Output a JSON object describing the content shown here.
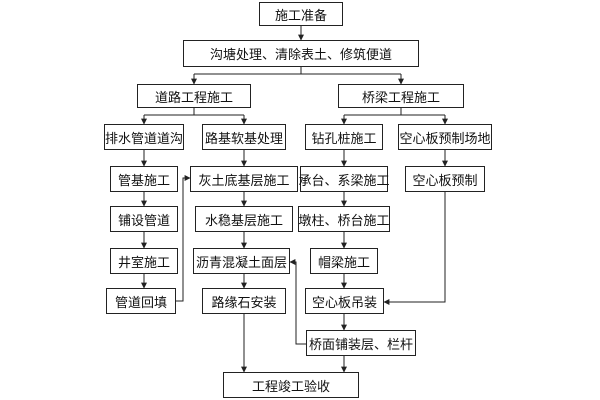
{
  "nodes": {
    "prep": "施工准备",
    "ditch": "沟塘处理、清除表土、修筑便道",
    "road": "道路工程施工",
    "bridge": "桥梁工程施工",
    "drain": "排水管道道沟",
    "soft": "路基软基处理",
    "pile": "钻孔桩施工",
    "slab_site": "空心板预制场地",
    "pipe_base": "管基施工",
    "lime": "灰土底基层施工",
    "cap": "承台、系梁施工",
    "slab_pre": "空心板预制",
    "lay_pipe": "铺设管道",
    "cement": "水稳基层施工",
    "pier": "墩柱、桥台施工",
    "well": "井室施工",
    "asphalt": "沥青混凝土面层",
    "beam": "帽梁施工",
    "backfill": "管道回填",
    "curb": "路缘石安装",
    "hoist": "空心板吊装",
    "deck": "桥面铺装层、栏杆",
    "accept": "工程竣工验收"
  }
}
